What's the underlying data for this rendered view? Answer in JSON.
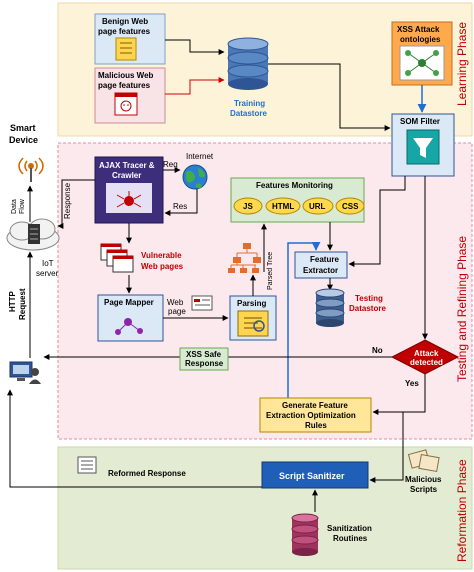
{
  "phases": {
    "learning": "Learning Phase",
    "testing": "Testing and Refining Phase",
    "reformation": "Reformation Phase"
  },
  "left": {
    "smart_device": [
      "Smart",
      "Device"
    ],
    "data_flow": [
      "Data",
      "Flow"
    ],
    "iot_server": [
      "IoT",
      "server"
    ],
    "response": "Response",
    "http_request": [
      "HTTP",
      "Request"
    ]
  },
  "learning": {
    "benign": [
      "Benign Web",
      "page features"
    ],
    "malicious": [
      "Malicious Web",
      "page features"
    ],
    "training_datastore": [
      "Training",
      "Datastore"
    ],
    "xss_ontologies": [
      "XSS Attack",
      "ontologies"
    ],
    "som_filter": "SOM Filter"
  },
  "testing": {
    "ajax": [
      "AJAX Tracer &",
      "Crawler"
    ],
    "internet": "Internet",
    "req": "Req",
    "res": "Res",
    "vulnerable": [
      "Vulnerable",
      "Web pages"
    ],
    "page_mapper": "Page Mapper",
    "web_page": [
      "Web",
      "page"
    ],
    "parsing": "Parsing",
    "parsed_tree": "Parsed Tree",
    "features_monitoring": "Features Monitoring",
    "features": [
      "JS",
      "HTML",
      "URL",
      "CSS"
    ],
    "feature_extractor": [
      "Feature",
      "Extractor"
    ],
    "testing_datastore": [
      "Testing",
      "Datastore"
    ],
    "attack_detected": [
      "Attack",
      "detected"
    ],
    "no": "No",
    "yes": "Yes",
    "xss_safe": [
      "XSS Safe",
      "Response"
    ],
    "generate_rules": [
      "Generate Feature",
      "Extraction Optimization",
      "Rules"
    ]
  },
  "reformation": {
    "reformed_response": "Reformed Response",
    "script_sanitizer": "Script Sanitizer",
    "malicious_scripts": [
      "Malicious",
      "Scripts"
    ],
    "sanitization_routines": [
      "Sanitization",
      "Routines"
    ]
  },
  "colors": {
    "learning_bg": "#fdf3d9",
    "testing_bg": "#fce9ee",
    "reformation_bg": "#e3ecd2",
    "box_blue": "#dbe8f6",
    "box_pink": "#f8e3e6",
    "node_blue": "#2f5597",
    "node_purple": "#3c2e7a",
    "green_box": "#d9ead3",
    "feature_yellow": "#ffd84d",
    "red_diamond": "#c00000",
    "phase_label_red": "#c00000",
    "som_blue": "#dbe8f6"
  }
}
